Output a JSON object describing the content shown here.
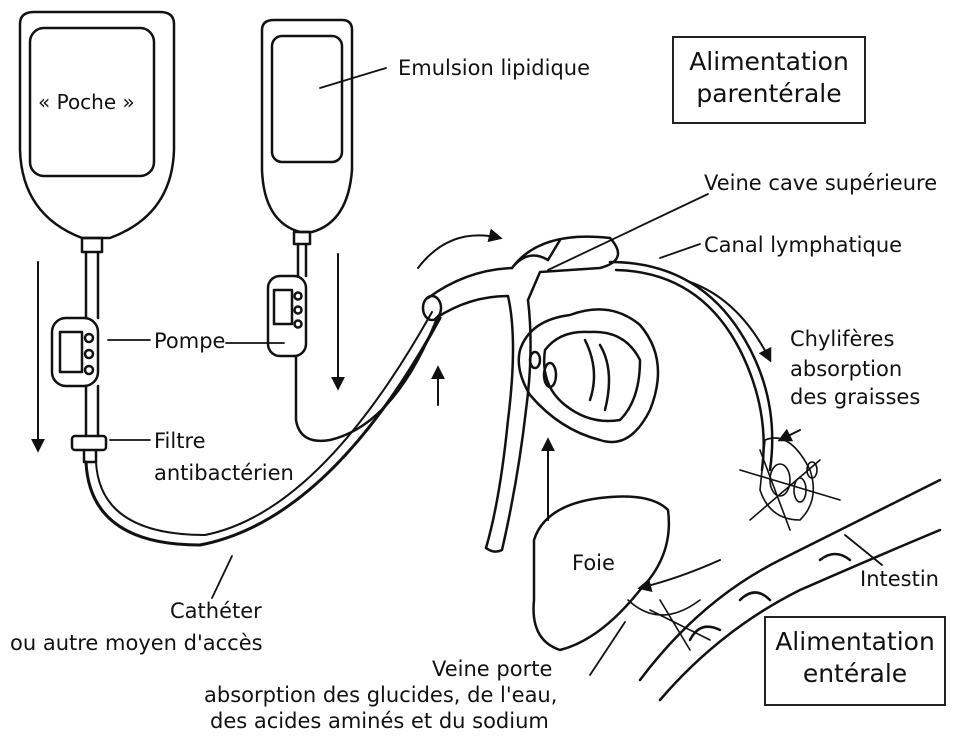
{
  "labels": {
    "poche": "« Poche »",
    "emulsion": "Emulsion lipidique",
    "pompe": "Pompe",
    "filtre_line1": "Filtre",
    "filtre_line2": "antibactérien",
    "catheter_line1": "Cathéter",
    "catheter_line2": "ou autre moyen d'accès",
    "veine_cave": "Veine cave supérieure",
    "canal": "Canal lymphatique",
    "chyliferes_line1": "Chylifères",
    "chyliferes_line2": "absorption",
    "chyliferes_line3": "des graisses",
    "foie": "Foie",
    "intestin": "Intestin",
    "veine_porte_line1": "Veine porte",
    "veine_porte_line2": "absorption des glucides, de l'eau,",
    "veine_porte_line3": "des acides aminés et du sodium"
  },
  "boxes": {
    "parenterale_line1": "Alimentation",
    "parenterale_line2": "parentérale",
    "enterale_line1": "Alimentation",
    "enterale_line2": "entérale"
  }
}
